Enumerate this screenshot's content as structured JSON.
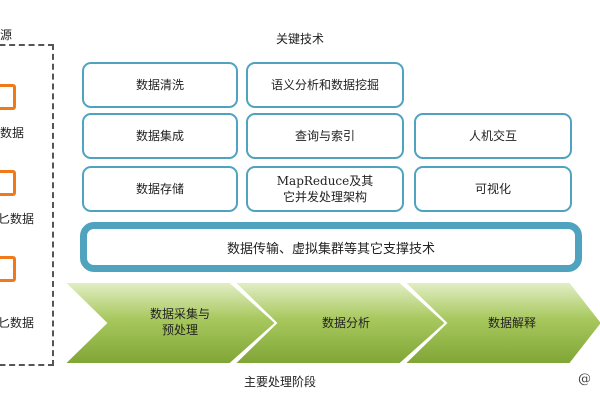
{
  "title_top": "关键技术",
  "title_bottom": "主要处理阶段",
  "sources": {
    "title": "源",
    "items": [
      {
        "label": "数据"
      },
      {
        "label": "匕数据"
      },
      {
        "label": "匕数据"
      }
    ]
  },
  "tech": {
    "row1": [
      "数据清洗",
      "语义分析和数据挖掘"
    ],
    "row2": [
      "数据集成",
      "查询与索引",
      "人机交互"
    ],
    "row3": [
      "数据存储",
      "MapReduce及其\n它并发处理架构",
      "可视化"
    ]
  },
  "support": "数据传输、虚拟集群等其它支撑技术",
  "stages": [
    "数据采集与\n预处理",
    "数据分析",
    "数据解释"
  ],
  "signature": "@",
  "colors": {
    "box_border": "#4fa3bf",
    "chevron_fill": "#8fb53e",
    "chevron_light": "#e3efc7",
    "source_icon": "#f07a1a"
  }
}
